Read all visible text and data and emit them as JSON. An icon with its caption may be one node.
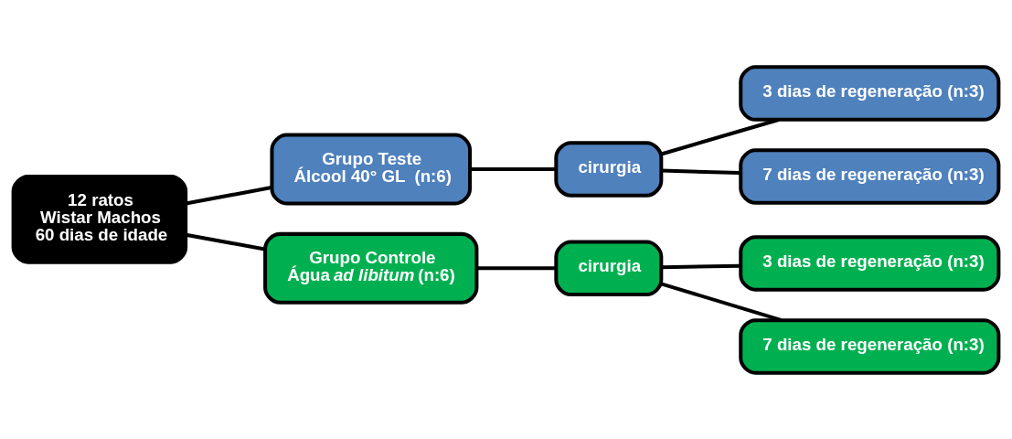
{
  "diagram": {
    "nodes": [
      {
        "text": [
          "12 ratos",
          "Wistar Machos",
          "60 dias de idade"
        ]
      },
      {
        "text": [
          "Grupo Teste",
          "Álcool 40° GL  (n:6)"
        ]
      },
      {
        "text": [
          "cirurgia"
        ]
      },
      {
        "text": [
          "3 dias de regeneração (n:3)"
        ]
      },
      {
        "text": [
          "7 dias de regeneração (n:3)"
        ]
      },
      {
        "text": [
          "Grupo Controle",
          "Água *ad libitum* (n:6)"
        ]
      },
      {
        "text": [
          "cirurgia"
        ]
      },
      {
        "text": [
          "3 dias de regeneração (n:3)"
        ]
      },
      {
        "text": [
          "7 dias de regeneração (n:3)"
        ]
      }
    ],
    "edges": [
      {
        "from": 0,
        "to": 1,
        "arrow": "none"
      },
      {
        "from": 0,
        "to": 5,
        "arrow": "none"
      },
      {
        "from": 1,
        "to": 2,
        "arrow": "none"
      },
      {
        "from": 2,
        "to": 3,
        "arrow": "none"
      },
      {
        "from": 2,
        "to": 4,
        "arrow": "none"
      },
      {
        "from": 5,
        "to": 6,
        "arrow": "none"
      },
      {
        "from": 6,
        "to": 7,
        "arrow": "none"
      },
      {
        "from": 6,
        "to": 8,
        "arrow": "none"
      }
    ]
  }
}
